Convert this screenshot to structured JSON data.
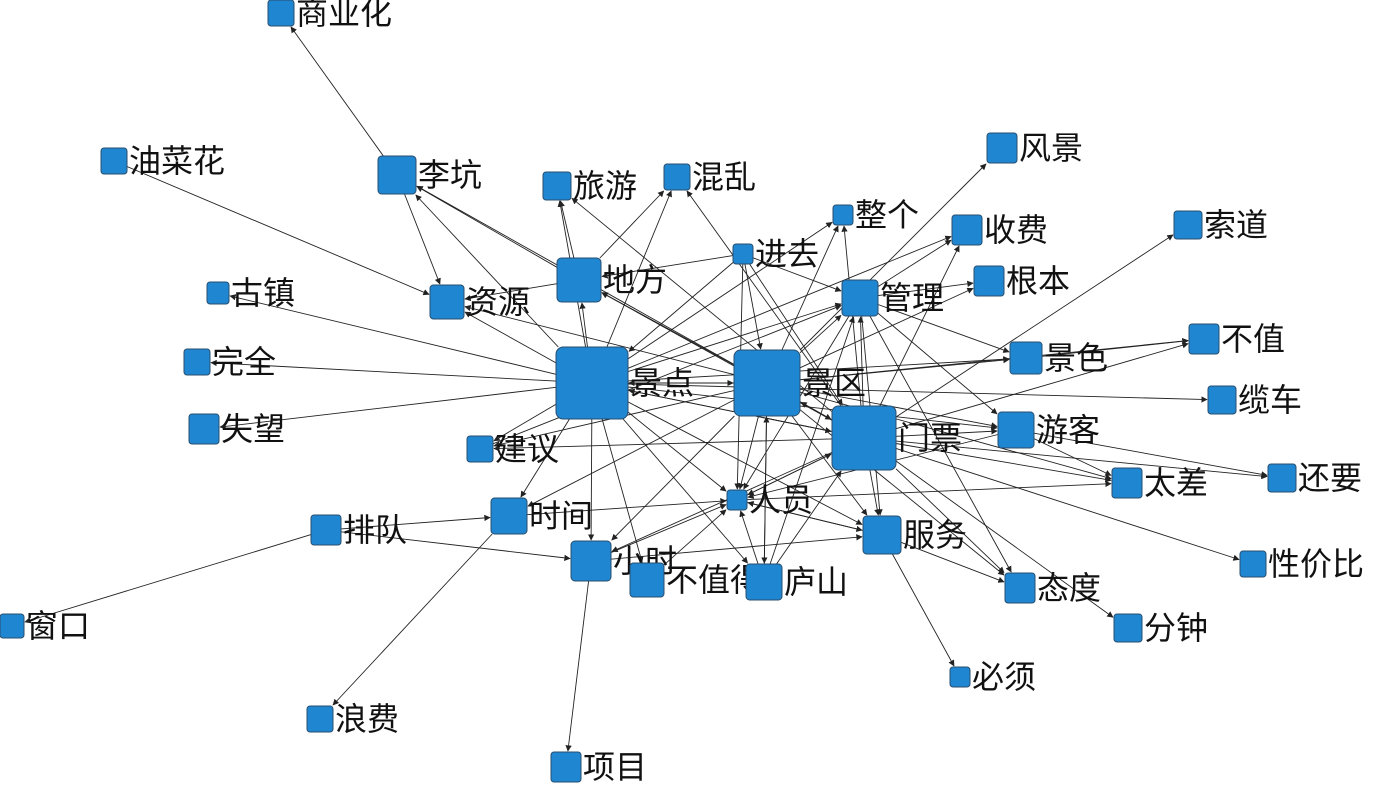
{
  "colors": {
    "node_fill": "#1f86d1",
    "node_stroke": "#2a4f6e",
    "edge": "#222222",
    "label": "#111111"
  },
  "nodes": [
    {
      "id": "jingdian",
      "label": "景点"
    },
    {
      "id": "jingqu",
      "label": "景区"
    },
    {
      "id": "menpiao",
      "label": "门票"
    },
    {
      "id": "shangyehua",
      "label": "商业化"
    },
    {
      "id": "youcaihua",
      "label": "油菜花"
    },
    {
      "id": "likeng",
      "label": "李坑"
    },
    {
      "id": "lvyou",
      "label": "旅游"
    },
    {
      "id": "hunluan",
      "label": "混乱"
    },
    {
      "id": "fengjing",
      "label": "风景"
    },
    {
      "id": "zhengge",
      "label": "整个"
    },
    {
      "id": "shoufei",
      "label": "收费"
    },
    {
      "id": "suodao",
      "label": "索道"
    },
    {
      "id": "jinqu",
      "label": "进去"
    },
    {
      "id": "gugen",
      "label": "根本"
    },
    {
      "id": "guzhen",
      "label": "古镇"
    },
    {
      "id": "ziyuan",
      "label": "资源"
    },
    {
      "id": "difang",
      "label": "地方"
    },
    {
      "id": "guanli",
      "label": "管理"
    },
    {
      "id": "buzhi1",
      "label": "不值"
    },
    {
      "id": "wanquan",
      "label": "完全"
    },
    {
      "id": "jingse",
      "label": "景色"
    },
    {
      "id": "lanche",
      "label": "缆车"
    },
    {
      "id": "shiwang",
      "label": "失望"
    },
    {
      "id": "jianyi",
      "label": "建议"
    },
    {
      "id": "youke",
      "label": "游客"
    },
    {
      "id": "taicha",
      "label": "太差"
    },
    {
      "id": "haiyao",
      "label": "还要"
    },
    {
      "id": "renyuan",
      "label": "人员"
    },
    {
      "id": "shijian",
      "label": "时间"
    },
    {
      "id": "paidui",
      "label": "排队"
    },
    {
      "id": "fuwu",
      "label": "服务"
    },
    {
      "id": "xiaoshi",
      "label": "小时"
    },
    {
      "id": "buzhi2",
      "label": "不值得"
    },
    {
      "id": "lushan",
      "label": "庐山"
    },
    {
      "id": "xingjiabi",
      "label": "性价比"
    },
    {
      "id": "taidu",
      "label": "态度"
    },
    {
      "id": "chuangkou",
      "label": "窗口"
    },
    {
      "id": "fenzhong",
      "label": "分钟"
    },
    {
      "id": "bixu",
      "label": "必须"
    },
    {
      "id": "langfei",
      "label": "浪费"
    },
    {
      "id": "xiangmu",
      "label": "项目"
    }
  ],
  "edges": [
    [
      "likeng",
      "shangyehua"
    ],
    [
      "likeng",
      "ziyuan"
    ],
    [
      "youcaihua",
      "ziyuan"
    ],
    [
      "jingdian",
      "likeng"
    ],
    [
      "jingdian",
      "ziyuan"
    ],
    [
      "jingdian",
      "lvyou"
    ],
    [
      "jingdian",
      "hunluan"
    ],
    [
      "jingdian",
      "guzhen"
    ],
    [
      "jingdian",
      "wanquan"
    ],
    [
      "jingdian",
      "shiwang"
    ],
    [
      "jingdian",
      "jingqu"
    ],
    [
      "jingdian",
      "menpiao"
    ],
    [
      "jingdian",
      "guanli"
    ],
    [
      "jingdian",
      "shoufei"
    ],
    [
      "jingdian",
      "zhengge"
    ],
    [
      "jingdian",
      "renyuan"
    ],
    [
      "jingdian",
      "shijian"
    ],
    [
      "jingdian",
      "xiaoshi"
    ],
    [
      "jingdian",
      "buzhi2"
    ],
    [
      "jingdian",
      "lushan"
    ],
    [
      "jingdian",
      "fuwu"
    ],
    [
      "jingdian",
      "jingse"
    ],
    [
      "jingdian",
      "lanche"
    ],
    [
      "jingdian",
      "youke"
    ],
    [
      "jingdian",
      "jianyi"
    ],
    [
      "jingdian",
      "difang"
    ],
    [
      "jingqu",
      "likeng"
    ],
    [
      "jingqu",
      "ziyuan"
    ],
    [
      "jingqu",
      "difang"
    ],
    [
      "jingqu",
      "jingdian"
    ],
    [
      "jingqu",
      "guanli"
    ],
    [
      "jingqu",
      "zhengge"
    ],
    [
      "jingqu",
      "menpiao"
    ],
    [
      "jingqu",
      "fuwu"
    ],
    [
      "jingqu",
      "renyuan"
    ],
    [
      "jingqu",
      "xiaoshi"
    ],
    [
      "jingqu",
      "youke"
    ],
    [
      "jingqu",
      "buzhi1"
    ],
    [
      "jingqu",
      "jingse"
    ],
    [
      "jingqu",
      "jianyi"
    ],
    [
      "jingqu",
      "gugen"
    ],
    [
      "jingqu",
      "taicha"
    ],
    [
      "jingqu",
      "fengjing"
    ],
    [
      "jingqu",
      "shijian"
    ],
    [
      "jingqu",
      "lushan"
    ],
    [
      "jingqu",
      "taidu"
    ],
    [
      "menpiao",
      "jingqu"
    ],
    [
      "menpiao",
      "jingdian"
    ],
    [
      "menpiao",
      "guanli"
    ],
    [
      "menpiao",
      "shoufei"
    ],
    [
      "menpiao",
      "zhengge"
    ],
    [
      "menpiao",
      "youke"
    ],
    [
      "menpiao",
      "renyuan"
    ],
    [
      "menpiao",
      "fuwu"
    ],
    [
      "menpiao",
      "xingjiabi"
    ],
    [
      "menpiao",
      "fenzhong"
    ],
    [
      "menpiao",
      "taidu"
    ],
    [
      "menpiao",
      "haiyao"
    ],
    [
      "menpiao",
      "suodao"
    ],
    [
      "menpiao",
      "jianyi"
    ],
    [
      "menpiao",
      "xiaoshi"
    ],
    [
      "menpiao",
      "difang"
    ],
    [
      "menpiao",
      "taicha"
    ],
    [
      "menpiao",
      "buzhi1"
    ],
    [
      "menpiao",
      "hunluan"
    ],
    [
      "menpiao",
      "lvyou"
    ],
    [
      "jinqu",
      "jingdian"
    ],
    [
      "jinqu",
      "jingqu"
    ],
    [
      "jinqu",
      "guanli"
    ],
    [
      "jinqu",
      "menpiao"
    ],
    [
      "jinqu",
      "renyuan"
    ],
    [
      "jinqu",
      "difang"
    ],
    [
      "difang",
      "lvyou"
    ],
    [
      "difang",
      "hunluan"
    ],
    [
      "difang",
      "likeng"
    ],
    [
      "difang",
      "ziyuan"
    ],
    [
      "lushan",
      "renyuan"
    ],
    [
      "lushan",
      "menpiao"
    ],
    [
      "lushan",
      "jingqu"
    ],
    [
      "lushan",
      "guanli"
    ],
    [
      "paidui",
      "shijian"
    ],
    [
      "paidui",
      "xiaoshi"
    ],
    [
      "paidui",
      "chuangkou"
    ],
    [
      "shijian",
      "langfei"
    ],
    [
      "shijian",
      "renyuan"
    ],
    [
      "xiaoshi",
      "xiangmu"
    ],
    [
      "xiaoshi",
      "fuwu"
    ],
    [
      "xiaoshi",
      "renyuan"
    ],
    [
      "fuwu",
      "bixu"
    ],
    [
      "fuwu",
      "taidu"
    ],
    [
      "fuwu",
      "renyuan"
    ],
    [
      "youke",
      "taicha"
    ],
    [
      "youke",
      "renyuan"
    ],
    [
      "youke",
      "haiyao"
    ],
    [
      "jingse",
      "buzhi1"
    ],
    [
      "renyuan",
      "fuwu"
    ],
    [
      "renyuan",
      "menpiao"
    ],
    [
      "renyuan",
      "taicha"
    ],
    [
      "buzhi2",
      "renyuan"
    ],
    [
      "guanli",
      "gugen"
    ],
    [
      "guanli",
      "shoufei"
    ],
    [
      "guanli",
      "fuwu"
    ],
    [
      "guanli",
      "youke"
    ],
    [
      "guanli",
      "taidu"
    ],
    [
      "guanli",
      "renyuan"
    ],
    [
      "guanli",
      "jingse"
    ],
    [
      "jianyi",
      "guanli"
    ]
  ]
}
